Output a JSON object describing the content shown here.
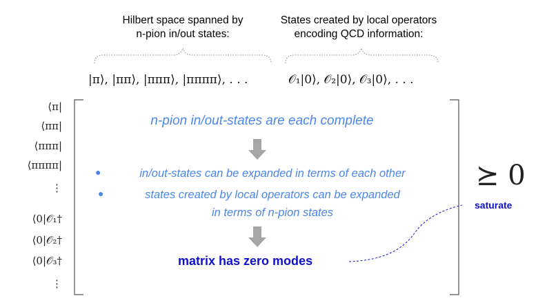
{
  "header_left": {
    "line1": "Hilbert space spanned by",
    "line2": "n-pion in/out states:"
  },
  "header_right": {
    "line1": "States created by local operators",
    "line2": "encoding QCD information:"
  },
  "kets_left": "|π⟩,  |ππ⟩,  |πππ⟩,  |ππππ⟩,   . . .",
  "kets_right": "𝒪₁|0⟩,  𝒪₂|0⟩,  𝒪₃|0⟩,   . . .",
  "bras": [
    "⟨π|",
    "⟨ππ|",
    "⟨πππ|",
    "⟨ππππ|",
    "⋮",
    "⟨0|𝒪₁†",
    "⟨0|𝒪₂†",
    "⟨0|𝒪₃†",
    "⋮"
  ],
  "statement_top": "n-pion in/out-states are each complete",
  "bullet1": "in/out-states can be expanded in terms of each other",
  "bullet2_line1": "states created by local operators can be expanded",
  "bullet2_line2": "in terms of n-pion states",
  "conclusion": "matrix has zero modes",
  "psd_symbol": "⪰ 0",
  "saturate_label": "saturate",
  "colors": {
    "blue_text": "#4a86e8",
    "dark_blue": "#1010cc",
    "arrow_gray": "#a6a6a6",
    "bracket": "#555555",
    "brace_dotted": "#888888"
  }
}
